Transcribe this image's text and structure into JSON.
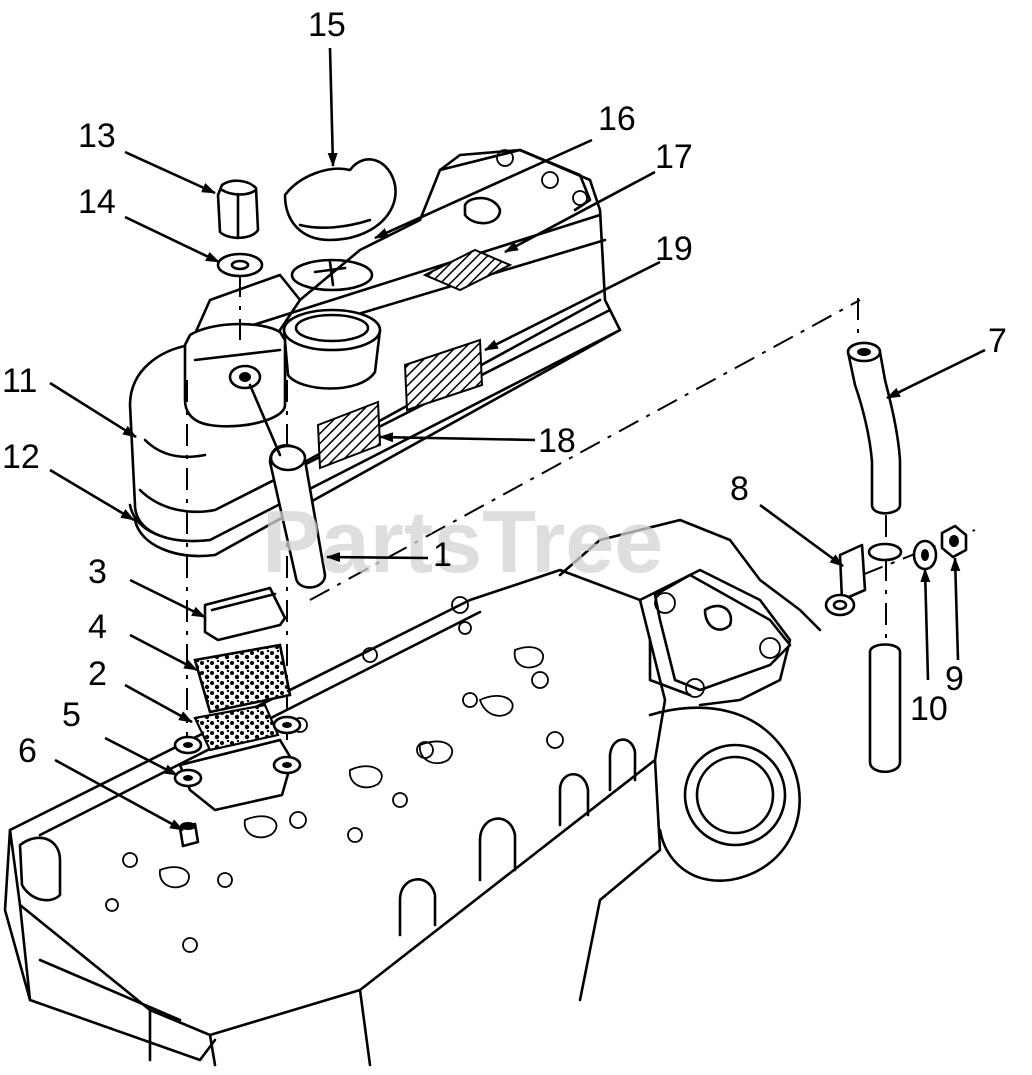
{
  "watermark": "PartsTree",
  "callouts": [
    {
      "id": "1",
      "label": "1"
    },
    {
      "id": "2",
      "label": "2"
    },
    {
      "id": "3",
      "label": "3"
    },
    {
      "id": "4",
      "label": "4"
    },
    {
      "id": "5",
      "label": "5"
    },
    {
      "id": "6",
      "label": "6"
    },
    {
      "id": "7",
      "label": "7"
    },
    {
      "id": "8",
      "label": "8"
    },
    {
      "id": "9",
      "label": "9"
    },
    {
      "id": "10",
      "label": "10"
    },
    {
      "id": "11",
      "label": "11"
    },
    {
      "id": "12",
      "label": "12"
    },
    {
      "id": "13",
      "label": "13"
    },
    {
      "id": "14",
      "label": "14"
    },
    {
      "id": "15",
      "label": "15"
    },
    {
      "id": "16",
      "label": "16"
    },
    {
      "id": "17",
      "label": "17"
    },
    {
      "id": "18",
      "label": "18"
    },
    {
      "id": "19",
      "label": "19"
    }
  ],
  "colors": {
    "ink": "#000000",
    "paper": "#ffffff",
    "watermark": "#d4d4d4"
  }
}
